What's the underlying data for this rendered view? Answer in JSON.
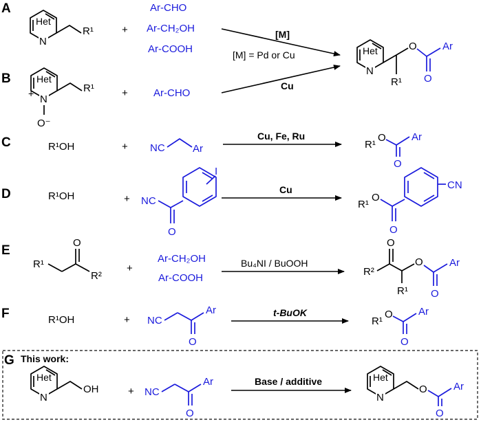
{
  "rows": {
    "A": {
      "label": "A",
      "reagents": [
        "Ar-CHO",
        "Ar-CH₂OH",
        "Ar-COOH"
      ],
      "condition_top": "[M]",
      "condition_bottom": "[M] = Pd or Cu"
    },
    "B": {
      "label": "B",
      "reagent": "Ar-CHO",
      "condition": "Cu"
    },
    "C": {
      "label": "C",
      "substrate": "R¹OH",
      "condition": "Cu, Fe,  Ru"
    },
    "D": {
      "label": "D",
      "substrate": "R¹OH",
      "condition": "Cu"
    },
    "E": {
      "label": "E",
      "reagents": [
        "Ar-CH₂OH",
        "Ar-COOH"
      ],
      "condition": "Bu₄NI / BuOOH"
    },
    "F": {
      "label": "F",
      "substrate": "R¹OH",
      "condition": "t-BuOK"
    },
    "G": {
      "label": "G",
      "title": "This work:",
      "condition": "Base / additive"
    }
  },
  "atoms": {
    "het": "Het",
    "N": "N",
    "O": "O",
    "Ar": "Ar",
    "NC": "NC",
    "CN": "CN",
    "R1": "R¹",
    "R2": "R²",
    "OH": "OH",
    "plus": "+",
    "Ominus": "O⁻",
    "nplus": "+",
    "I": "I"
  },
  "colors": {
    "reagent_blue": "#1a1adc",
    "text": "#000000",
    "box_border": "#333333"
  }
}
